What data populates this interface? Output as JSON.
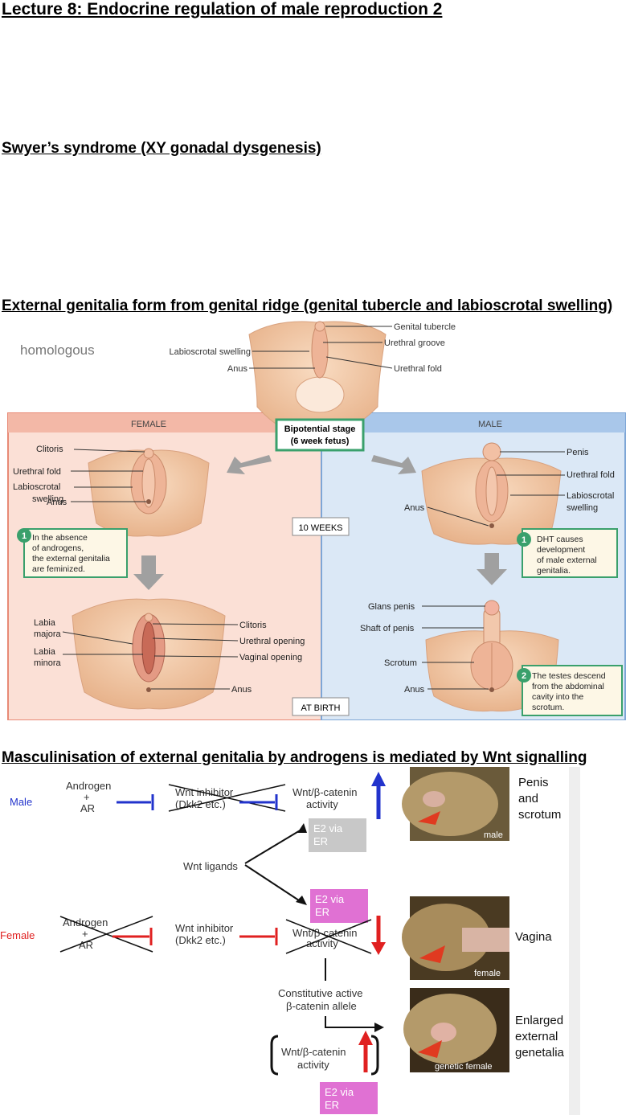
{
  "headings": {
    "title": "Lecture 8: Endocrine regulation of male reproduction 2",
    "swyer": "Swyer’s syndrome (XY gonadal dysgenesis)",
    "external": "External genitalia form from genital ridge (genital tubercle and labioscrotal swelling)",
    "masculinisation": "Masculinisation of external genitalia by androgens is mediated by Wnt signalling"
  },
  "fig1": {
    "homologous": "homologous",
    "top_labels": {
      "genital_tubercle": "Genital tubercle",
      "urethral_groove": "Urethral groove",
      "urethral_fold": "Urethral fold",
      "labioscrotal_swelling": "Labioscrotal swelling",
      "anus": "Anus"
    },
    "female_header": "FEMALE",
    "male_header": "MALE",
    "bipotential_line1": "Bipotential stage",
    "bipotential_line2": "(6 week fetus)",
    "female10": {
      "clitoris": "Clitoris",
      "urethral_fold": "Urethral fold",
      "labioscrotal1": "Labioscrotal",
      "labioscrotal2": "swelling",
      "anus": "Anus"
    },
    "note1": {
      "number": "1",
      "line1": "In the absence",
      "line2": "of androgens,",
      "line3": "the external genitalia",
      "line4": "are feminized."
    },
    "ten_weeks": "10 WEEKS",
    "at_birth": "AT BIRTH",
    "female_birth": {
      "labia_majora1": "Labia",
      "labia_majora2": "majora",
      "labia_minora1": "Labia",
      "labia_minora2": "minora",
      "clitoris": "Clitoris",
      "urethral_opening": "Urethral opening",
      "vaginal_opening": "Vaginal opening",
      "anus": "Anus"
    },
    "male10": {
      "penis": "Penis",
      "urethral_fold": "Urethral fold",
      "labioscrotal1": "Labioscrotal",
      "labioscrotal2": "swelling",
      "anus": "Anus"
    },
    "note_dht": {
      "number": "1",
      "line1": "DHT causes",
      "line2": "development",
      "line3": "of male external",
      "line4": "genitalia."
    },
    "male_birth": {
      "glans_penis": "Glans penis",
      "shaft_of_penis": "Shaft of penis",
      "scrotum": "Scrotum",
      "anus": "Anus"
    },
    "note2": {
      "number": "2",
      "line1": "The testes descend",
      "line2": "from the abdominal",
      "line3": "cavity into the",
      "line4": "scrotum."
    }
  },
  "fig2": {
    "male": "Male",
    "female": "Female",
    "androgen": "Androgen",
    "plus": "+",
    "ar": "AR",
    "wnt_inhibitor": "Wnt inhibitor",
    "dkk2": "(Dkk2 etc.)",
    "wnt_catenin": "Wnt/β-catenin",
    "activity": "activity",
    "e2_line1": "E2 via",
    "e2_line2": "ER",
    "wnt_ligands": "Wnt ligands",
    "constitutive1": "Constitutive active",
    "constitutive2": "β-catenin allele",
    "photo_male": "male",
    "photo_female": "female",
    "photo_genetic_female": "genetic female",
    "result_male1": "Penis",
    "result_male2": "and",
    "result_male3": "scrotum",
    "result_female": "Vagina",
    "result_enlarged1": "Enlarged",
    "result_enlarged2": "external",
    "result_enlarged3": "genetalia",
    "colors": {
      "male_blue": "#2233cc",
      "female_red": "#e02020",
      "e2_pink": "#e071d3",
      "e2_gray": "#c8c8c8"
    }
  }
}
